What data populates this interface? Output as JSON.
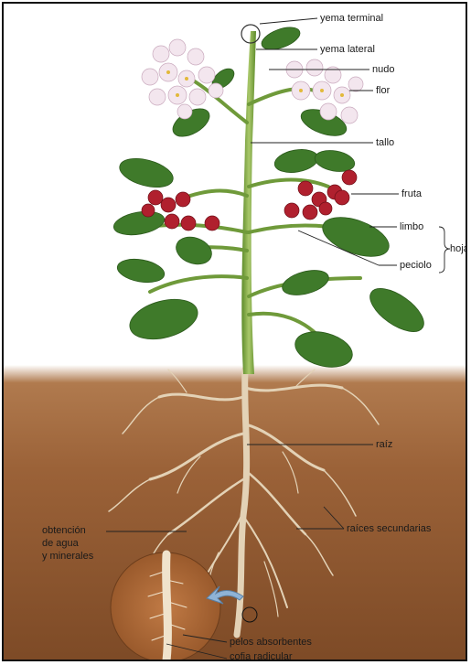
{
  "labels": {
    "yema_terminal": "yema terminal",
    "yema_lateral": "yema lateral",
    "nudo": "nudo",
    "flor": "flor",
    "tallo": "tallo",
    "fruta": "fruta",
    "limbo": "limbo",
    "hoja": "hoja",
    "peciolo": "peciolo",
    "raiz": "raíz",
    "raices_secundarias": "raíces secundarias",
    "obtencion_line1": "obtención",
    "obtencion_line2": "de agua",
    "obtencion_line3": "y minerales",
    "pelos_absorbentes": "pelos absorbentes",
    "cofia_radicular": "cofia radicular"
  },
  "colors": {
    "soil": "#8a5630",
    "soil_light": "#b8875c",
    "stem": "#6f9a3a",
    "leaf": "#3f7a2a",
    "leaf_light": "#6aa544",
    "flower": "#f3e6ee",
    "fruit": "#b0202e",
    "root": "#d9c6a8"
  }
}
